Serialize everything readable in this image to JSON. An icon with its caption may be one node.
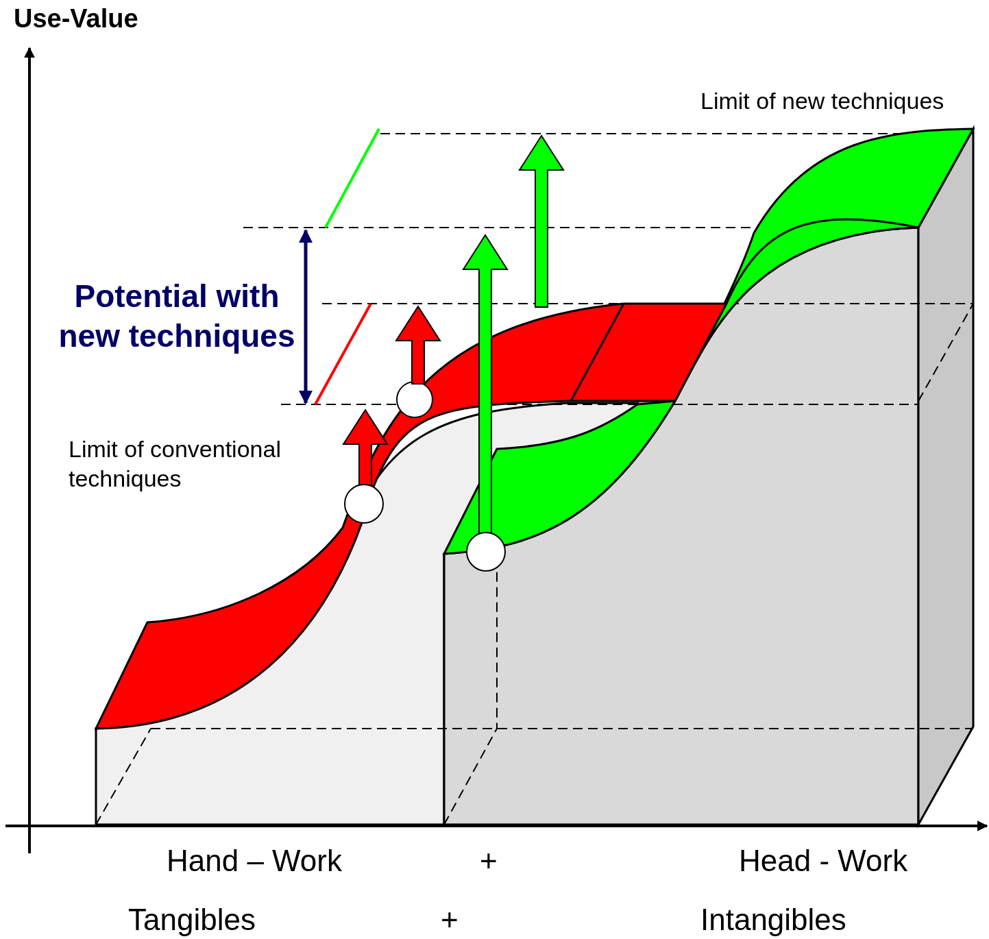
{
  "diagram": {
    "labels": [
      "Use-Value",
      "Limit of new techniques",
      "Potential with new techniques",
      "Limit of conventional techniques",
      "Hand – Work",
      "+",
      "Head - Work",
      "Tangibles",
      "+",
      "Intangibles"
    ]
  }
}
